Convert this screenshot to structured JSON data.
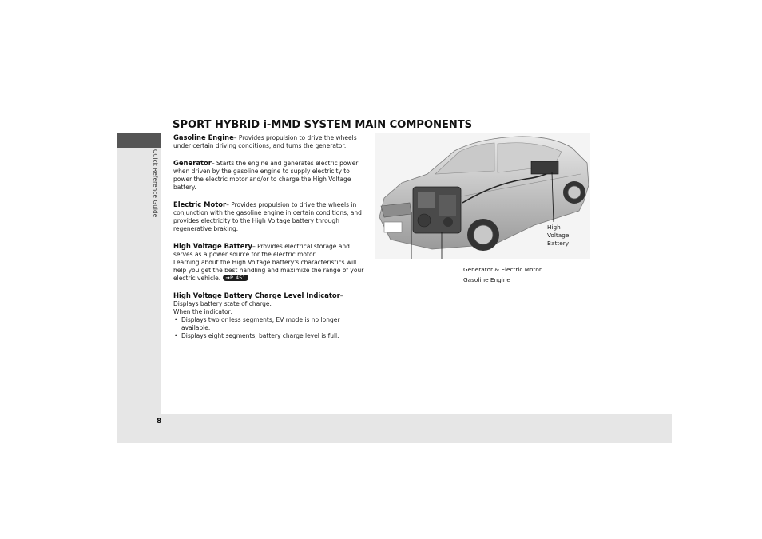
{
  "sidebar": {
    "section_label": "Quick Reference Guide"
  },
  "page": {
    "title": "SPORT HYBRID i-MMD SYSTEM MAIN COMPONENTS",
    "number": "8"
  },
  "components": [
    {
      "term": "Gasoline Engine",
      "desc": "– Provides propulsion to drive the wheels under certain driving conditions, and turns the generator."
    },
    {
      "term": "Generator",
      "desc": "– Starts the engine and generates electric power when driven by the gasoline engine to supply electricity to power the electric motor and/or to charge the High Voltage battery."
    },
    {
      "term": "Electric Motor",
      "desc": "– Provides propulsion to drive the wheels in conjunction with the gasoline engine in certain conditions, and provides electricity to the High Voltage battery through regenerative braking."
    },
    {
      "term": "High Voltage Battery",
      "desc": "– Provides electrical storage and serves as a power source for the electric motor.",
      "note": "Learning about the High Voltage battery's characteristics will help you get the best handling and maximize the range of your electric vehicle.",
      "page_ref": "P. 451"
    },
    {
      "term": "High Voltage Battery Charge Level Indicator",
      "desc": "– Displays battery state of charge.",
      "intro": "When the indicator:",
      "bullets": [
        "Displays two or less segments, EV mode is no longer available.",
        "Displays eight segments, battery charge level is full."
      ]
    }
  ],
  "figure": {
    "callouts": {
      "battery": [
        "High",
        "Voltage",
        "Battery"
      ],
      "generator_motor": "Generator & Electric Motor",
      "engine": "Gasoline Engine"
    }
  }
}
